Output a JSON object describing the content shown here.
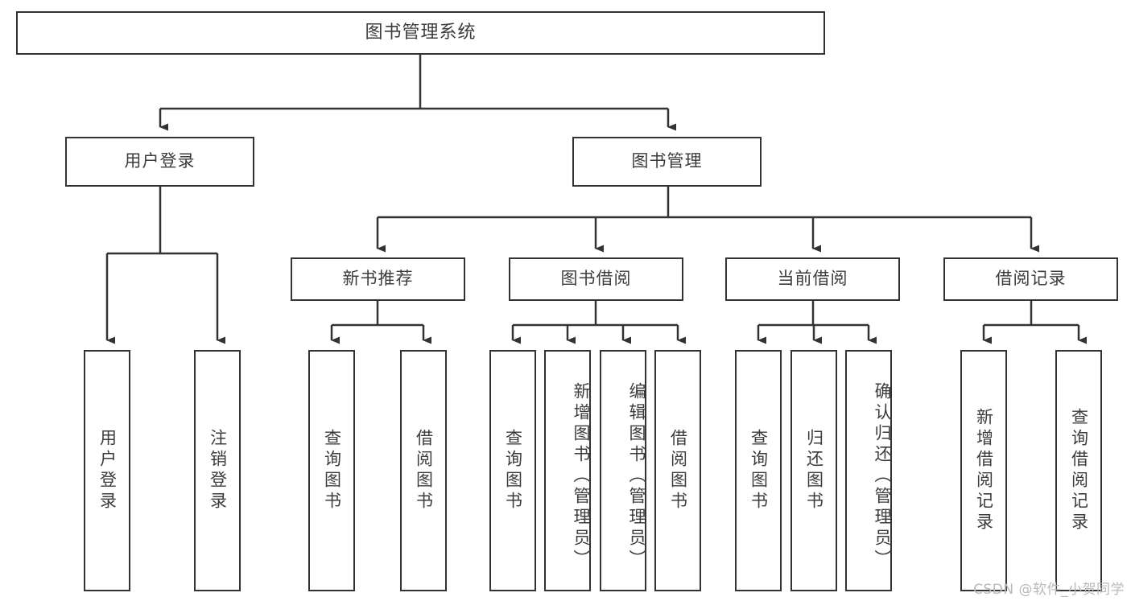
{
  "diagram": {
    "type": "tree-hierarchy",
    "title": "图书管理系统",
    "root": {
      "label": "图书管理系统"
    },
    "level1": [
      {
        "id": "user-login",
        "label": "用户登录"
      },
      {
        "id": "book-management",
        "label": "图书管理"
      }
    ],
    "level2": [
      {
        "id": "new-book-recommend",
        "label": "新书推荐",
        "parent": "book-management"
      },
      {
        "id": "book-borrow",
        "label": "图书借阅",
        "parent": "book-management"
      },
      {
        "id": "current-borrow",
        "label": "当前借阅",
        "parent": "book-management"
      },
      {
        "id": "borrow-record",
        "label": "借阅记录",
        "parent": "book-management"
      }
    ],
    "leaves": {
      "user_login": [
        {
          "id": "leaf-user-login",
          "label": "用户登录"
        },
        {
          "id": "leaf-user-logout",
          "label": "注销登录"
        }
      ],
      "new_book_recommend": [
        {
          "id": "leaf-query-book-1",
          "label": "查询图书"
        },
        {
          "id": "leaf-borrow-book-1",
          "label": "借阅图书"
        }
      ],
      "book_borrow": [
        {
          "id": "leaf-query-book-2",
          "label": "查询图书"
        },
        {
          "id": "leaf-add-book",
          "label": "新增图书（管理员）"
        },
        {
          "id": "leaf-edit-book",
          "label": "编辑图书（管理员）"
        },
        {
          "id": "leaf-borrow-book-2",
          "label": "借阅图书"
        }
      ],
      "current_borrow": [
        {
          "id": "leaf-query-book-3",
          "label": "查询图书"
        },
        {
          "id": "leaf-return-book",
          "label": "归还图书"
        },
        {
          "id": "leaf-confirm-return",
          "label": "确认归还（管理员）"
        }
      ],
      "borrow_record": [
        {
          "id": "leaf-add-record",
          "label": "新增借阅记录"
        },
        {
          "id": "leaf-query-record",
          "label": "查询借阅记录"
        }
      ]
    },
    "watermark": "CSDN @软件_小贺同学",
    "colors": {
      "border": "#333333",
      "text": "#3c3c3c",
      "background": "#ffffff",
      "connector": "#333333",
      "watermark": "#b9b9b9"
    }
  }
}
